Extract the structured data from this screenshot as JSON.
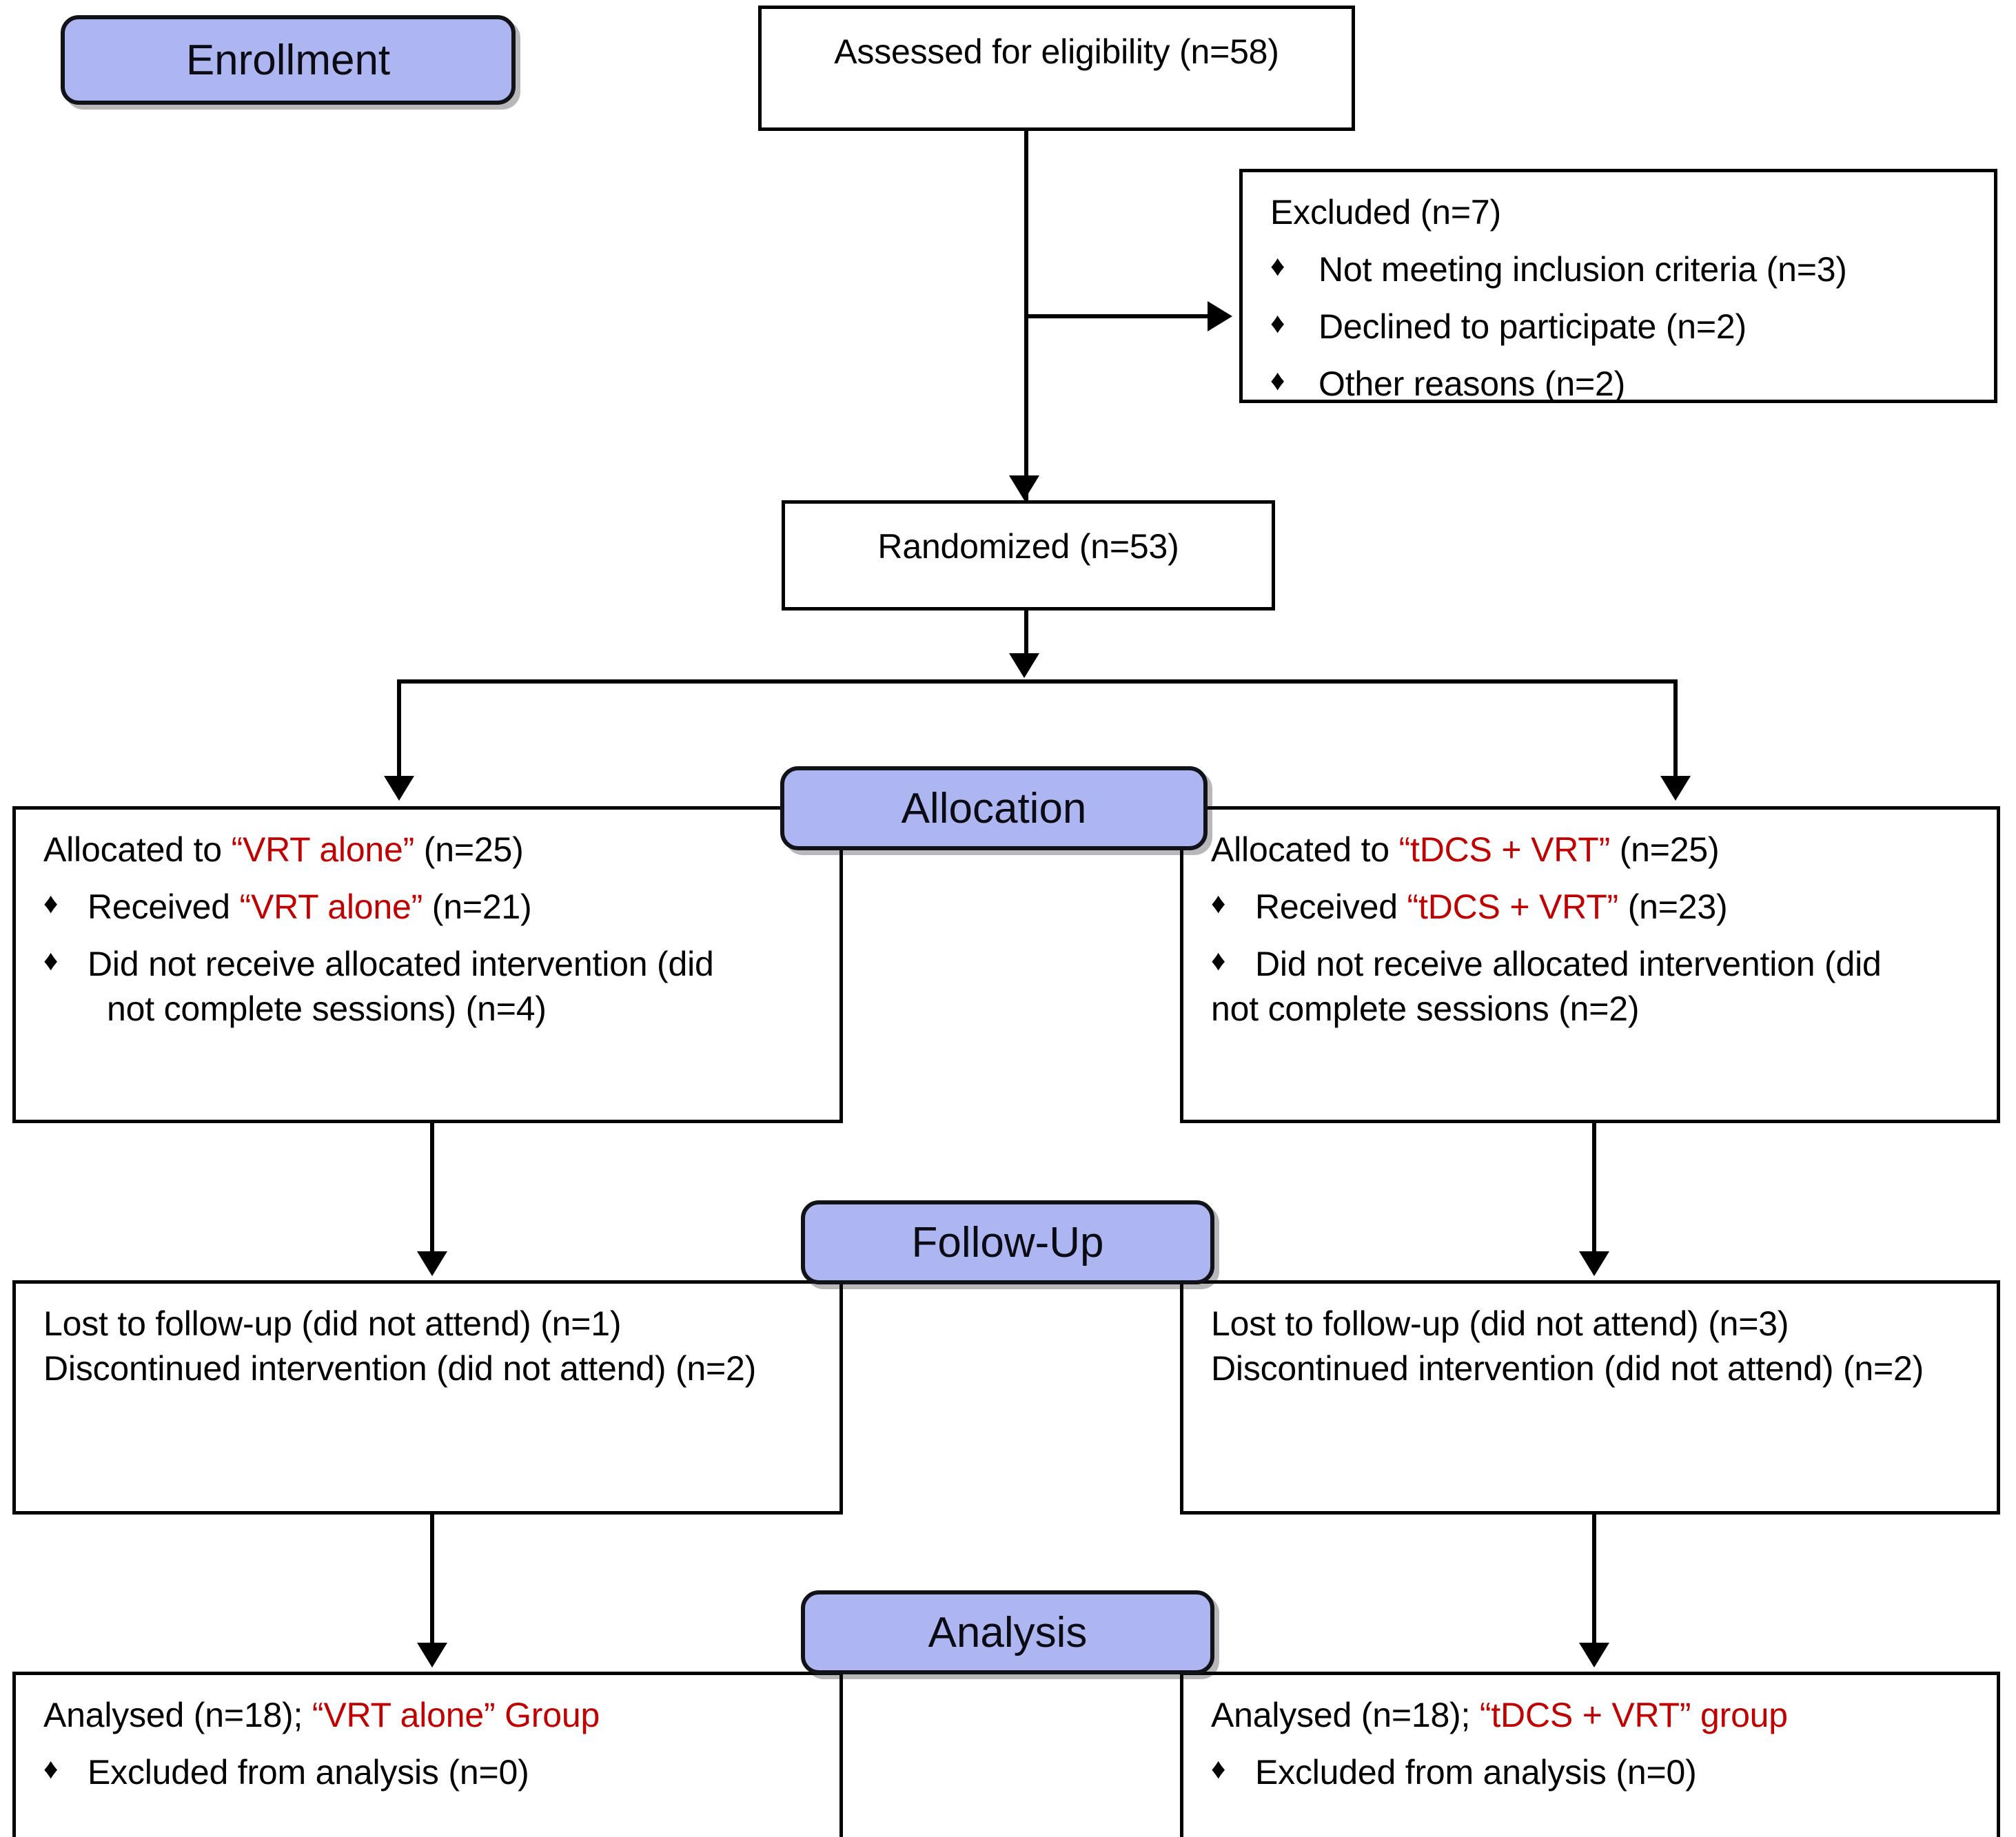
{
  "diagram": {
    "title": "CONSORT participant flow diagram",
    "accent_badge_fill": "#aeb6f2",
    "highlight_color": "#c00000",
    "bullet_glyph": "♦"
  },
  "stages": {
    "enrollment": "Enrollment",
    "allocation": "Allocation",
    "followup": "Follow-Up",
    "analysis": "Analysis"
  },
  "enrollment": {
    "assessed": "Assessed for eligibility (n=58)",
    "excluded_title": "Excluded (n=7)",
    "excluded_reasons": [
      "Not meeting inclusion criteria (n=3)",
      "Declined to participate (n=2)",
      " Other reasons (n=2)"
    ],
    "randomized": "Randomized (n=53)"
  },
  "allocation": {
    "left": {
      "line1_pre": "Allocated to ",
      "line1_group": "“VRT alone”",
      "line1_post": " (n=25)",
      "b1_pre": "Received ",
      "b1_group": "“VRT alone”",
      "b1_post": " (n=21)",
      "b2_line1": "Did not receive allocated intervention (did",
      "b2_line2": "not complete sessions) (n=4)"
    },
    "right": {
      "line1_pre": "Allocated to ",
      "line1_group": "“tDCS + VRT”",
      "line1_post": " (n=25)",
      "b1_pre": "Received ",
      "b1_group": "“tDCS + VRT”",
      "b1_post": " (n=23)",
      "b2_line1": "Did not receive allocated intervention (did",
      "b2_line2": "not complete sessions (n=2)"
    }
  },
  "followup": {
    "left": {
      "lost": "Lost to follow-up (did not attend) (n=1)",
      "discontinued": "Discontinued intervention (did not attend) (n=2)"
    },
    "right": {
      "lost": "Lost to follow-up (did not attend) (n=3)",
      "discontinued": "Discontinued intervention (did not attend) (n=2)"
    }
  },
  "analysis": {
    "left": {
      "analysed_pre": "Analysed (n=18); ",
      "analysed_group": "“VRT alone” Group",
      "excluded": "Excluded from analysis (n=0)"
    },
    "right": {
      "analysed_pre": "Analysed (n=18); ",
      "analysed_group": "“tDCS + VRT” group",
      "excluded": "Excluded from analysis (n=0)"
    }
  }
}
